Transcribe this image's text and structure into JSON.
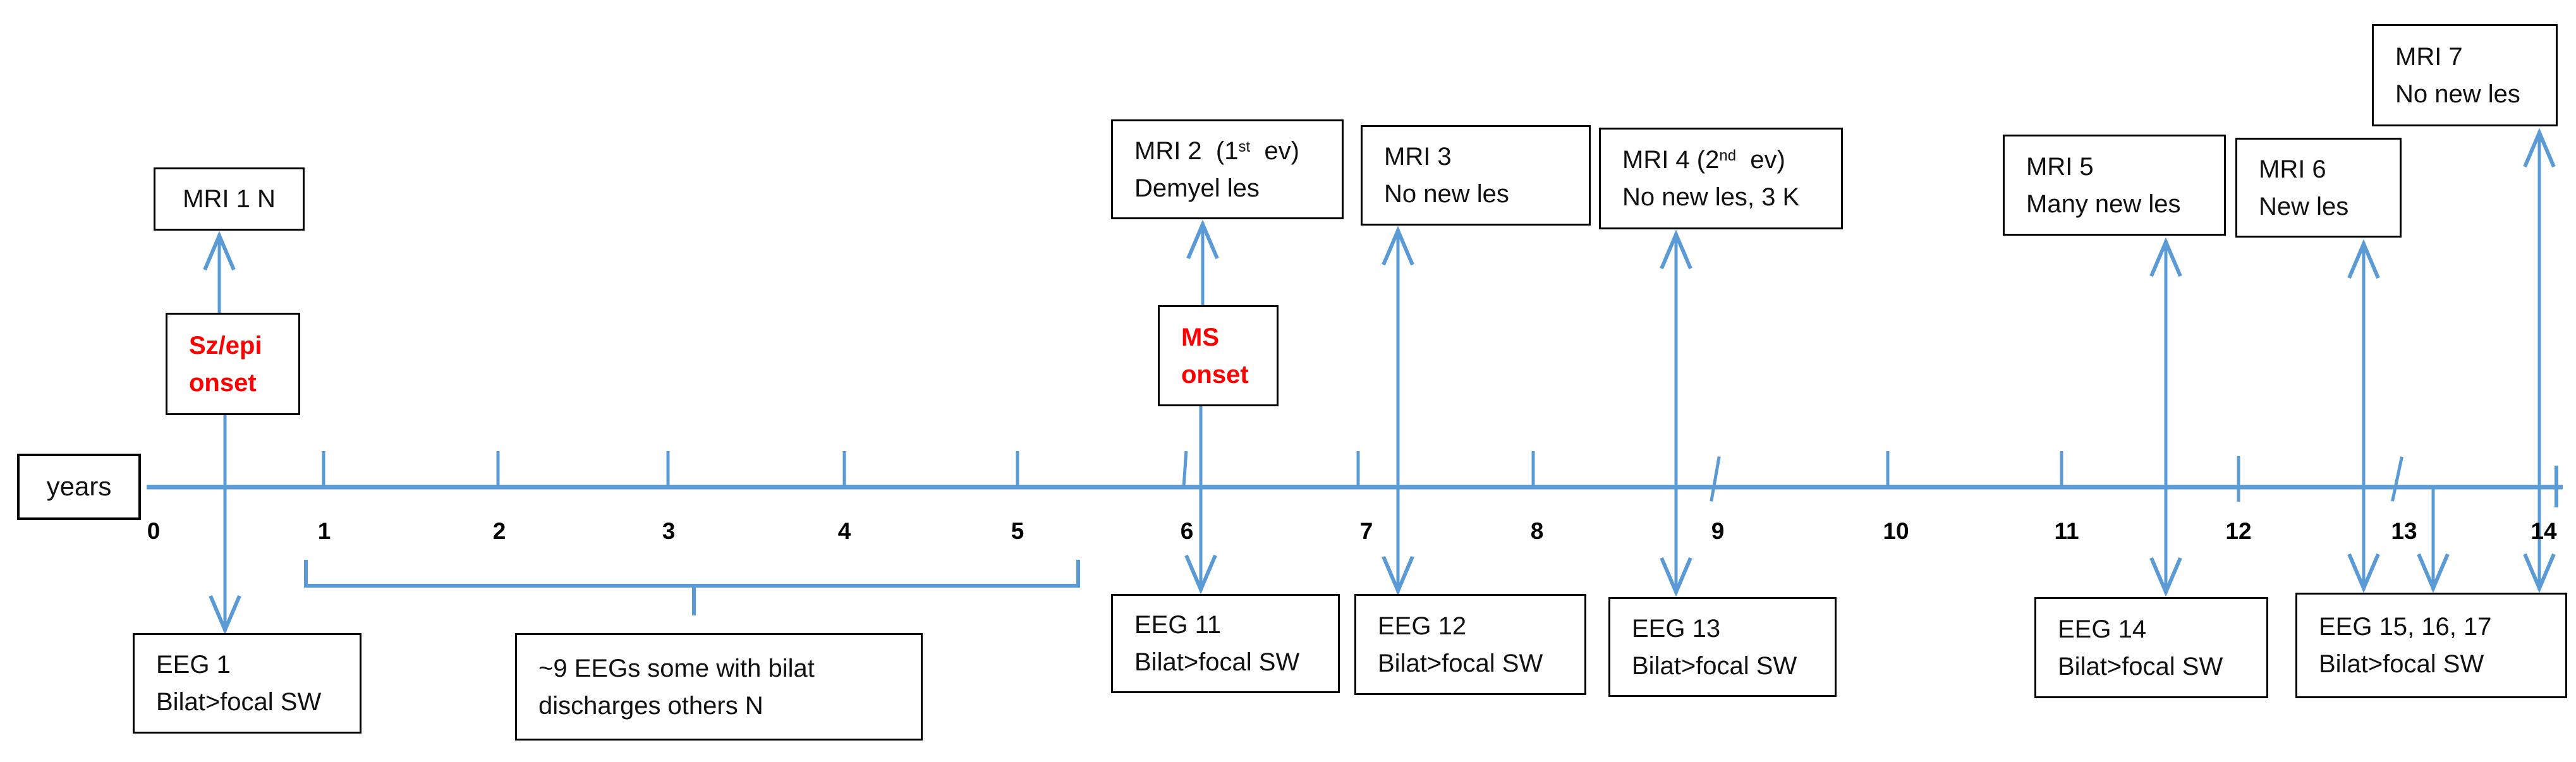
{
  "colors": {
    "line_blue": "#5b9bd5",
    "alert_red": "#fe0000",
    "box_border": "#000000",
    "text_black": "#111111"
  },
  "axis": {
    "label": "years",
    "years": [
      "0",
      "1",
      "2",
      "3",
      "4",
      "5",
      "6",
      "7",
      "8",
      "9",
      "10",
      "11",
      "12",
      "13",
      "14"
    ]
  },
  "boxes": {
    "mri1": {
      "line1": "MRI 1 N"
    },
    "szepi": {
      "line1": "Sz/epi",
      "line2": "onset"
    },
    "mri2": {
      "line1_pre": "MRI 2  (1",
      "line1_sup": "st",
      "line1_post": "  ev)",
      "line2": "Demyel les"
    },
    "ms": {
      "line1": "MS",
      "line2": "onset"
    },
    "mri3": {
      "line1": "MRI 3",
      "line2": "No new les"
    },
    "mri4": {
      "line1_pre": "MRI 4 (2",
      "line1_sup": "nd",
      "line1_post": "  ev)",
      "line2": "No new les, 3 K"
    },
    "mri5": {
      "line1": "MRI 5",
      "line2": "Many new les"
    },
    "mri6": {
      "line1": "MRI 6",
      "line2": "New les"
    },
    "mri7": {
      "line1": "MRI 7",
      "line2": "No new les"
    },
    "eeg1": {
      "line1": "EEG 1",
      "line2": "Bilat>focal SW"
    },
    "eeg9": {
      "line1": "~9 EEGs some with bilat",
      "line2": "discharges others N"
    },
    "eeg11": {
      "line1": "EEG 11",
      "line2": "Bilat>focal SW"
    },
    "eeg12": {
      "line1": "EEG 12",
      "line2": "Bilat>focal SW"
    },
    "eeg13": {
      "line1": "EEG 13",
      "line2": "Bilat>focal SW"
    },
    "eeg14": {
      "line1": "EEG 14",
      "line2": "Bilat>focal SW"
    },
    "eeg15": {
      "line1": "EEG 15, 16, 17",
      "line2": "Bilat>focal SW"
    }
  },
  "timeline_events": [
    {
      "approx_year": 0.4,
      "above": "MRI 1 N",
      "onset": "Sz/epi onset",
      "below": "EEG 1 Bilat>focal SW"
    },
    {
      "approx_year_range": [
        1.0,
        5.4
      ],
      "below": "~9 EEGs some with bilat discharges others N"
    },
    {
      "approx_year": 6.1,
      "above": "MRI 2 (1st ev) Demyel les",
      "onset": "MS onset",
      "below": "EEG 11 Bilat>focal SW"
    },
    {
      "approx_year": 7.3,
      "above": "MRI 3 No new les",
      "below": "EEG 12 Bilat>focal SW"
    },
    {
      "approx_year": 8.8,
      "above": "MRI 4 (2nd ev) No new les, 3 K",
      "below": "EEG 13 Bilat>focal SW"
    },
    {
      "approx_year": 11.8,
      "above": "MRI 5 Many new les",
      "below": "EEG 14 Bilat>focal SW"
    },
    {
      "approx_year": 12.9,
      "above": "MRI 6 New les",
      "below": "EEG 15, 16, 17 Bilat>focal SW"
    },
    {
      "approx_year": 13.3,
      "below": "EEG 15, 16, 17 Bilat>focal SW"
    },
    {
      "approx_year": 14.0,
      "above": "MRI 7 No new les",
      "below": "EEG 15, 16, 17 Bilat>focal SW"
    }
  ]
}
